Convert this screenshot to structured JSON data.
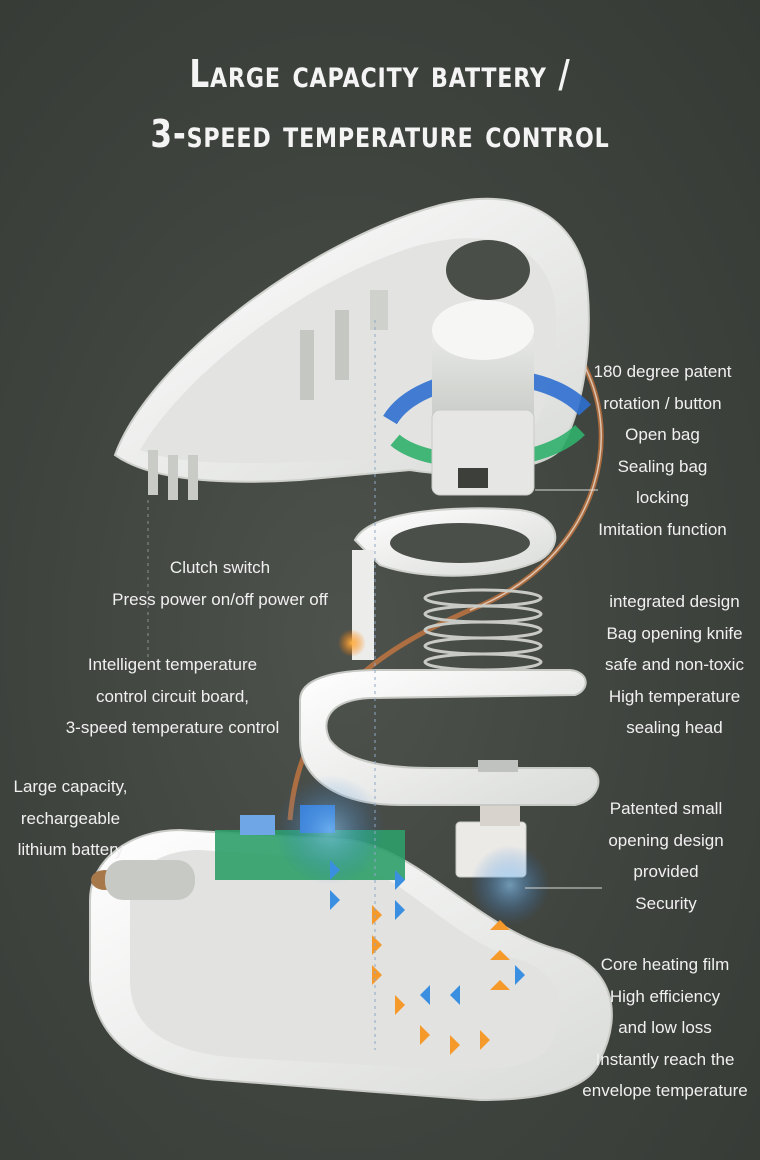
{
  "title": {
    "line1": "Large capacity battery /",
    "line2": "3-speed temperature control"
  },
  "labels": {
    "rotation": [
      "180 degree patent",
      "rotation / button",
      "Open bag",
      "Sealing bag",
      "locking",
      "Imitation function"
    ],
    "clutch": [
      "Clutch switch",
      "Press power on/off power off"
    ],
    "circuit": [
      "Intelligent temperature",
      "control circuit board,",
      "3-speed temperature control"
    ],
    "knife": [
      "integrated design",
      "Bag opening knife",
      "safe and non-toxic",
      "High temperature",
      "sealing head"
    ],
    "battery": [
      "Large capacity,",
      "rechargeable",
      "lithium battery"
    ],
    "opening": [
      "Patented small",
      "opening design",
      "provided",
      "Security"
    ],
    "heating": [
      "Core heating film",
      "High efficiency",
      "and low loss",
      "Instantly reach the",
      "envelope temperature"
    ]
  },
  "colors": {
    "background": "#3f433e",
    "device_white": "#f1f1ef",
    "heat_orange": "#f59a2a",
    "cool_blue": "#3a8fe0",
    "accent_green": "#3fbf7a"
  }
}
